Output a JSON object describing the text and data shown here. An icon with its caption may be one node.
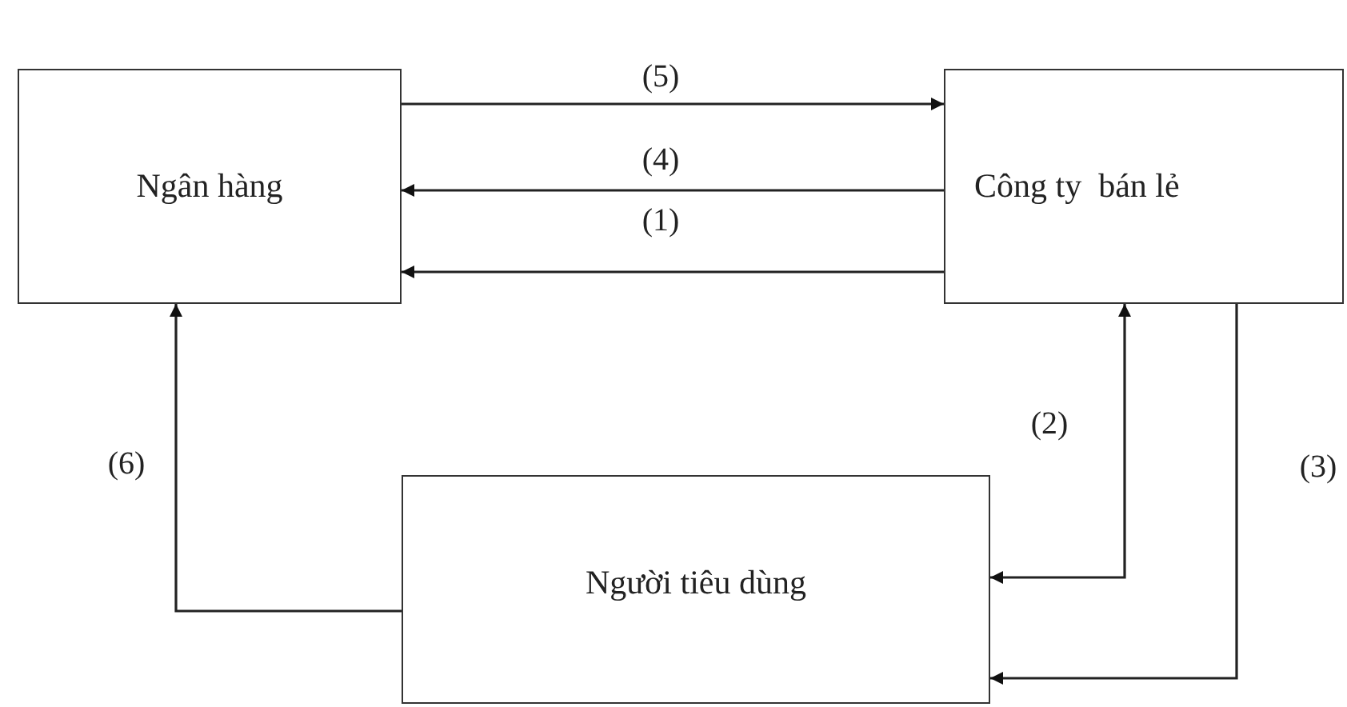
{
  "diagram": {
    "nodes": [
      {
        "text": [
          "Ngân hàng"
        ]
      },
      {
        "text": [
          "Công ty  bán lẻ"
        ]
      },
      {
        "text": [
          "Người tiêu dùng"
        ]
      }
    ],
    "edges": [
      {
        "from": 0,
        "to": 1,
        "arrow": "to",
        "label": "(5)"
      },
      {
        "from": 1,
        "to": 0,
        "arrow": "to",
        "label": "(4)"
      },
      {
        "from": 1,
        "to": 0,
        "arrow": "to",
        "label": "(1)"
      },
      {
        "from": 2,
        "to": 1,
        "arrow": "both",
        "label": "(2)"
      },
      {
        "from": 1,
        "to": 2,
        "arrow": "to",
        "label": "(3)"
      },
      {
        "from": 2,
        "to": 0,
        "arrow": "to",
        "label": "(6)"
      }
    ]
  }
}
